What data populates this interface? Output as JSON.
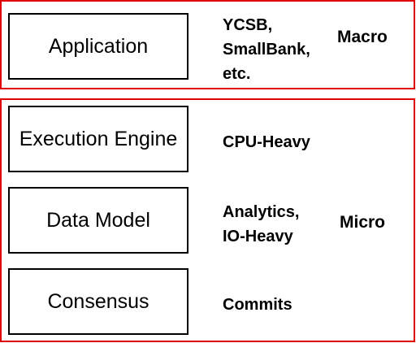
{
  "colors": {
    "group_border": "#e00000",
    "box_border": "#000000",
    "text": "#000000",
    "background": "#ffffff"
  },
  "macro_group": {
    "label": "Macro",
    "layers": [
      {
        "name": "Application",
        "workload": "YCSB,\nSmallBank,\netc."
      }
    ]
  },
  "micro_group": {
    "label": "Micro",
    "layers": [
      {
        "name": "Execution Engine",
        "workload": "CPU-Heavy"
      },
      {
        "name": "Data Model",
        "workload": "Analytics,\nIO-Heavy"
      },
      {
        "name": "Consensus",
        "workload": "Commits"
      }
    ]
  }
}
